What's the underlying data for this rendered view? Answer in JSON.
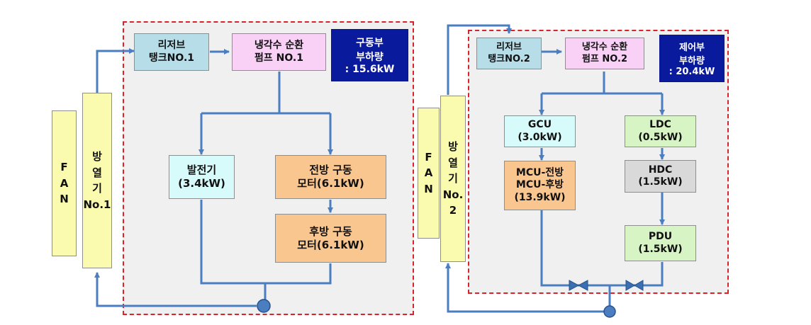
{
  "colors": {
    "panel_border": "#d9232b",
    "panel_fill": "#f0f0f0",
    "line": "#4a7ec0",
    "fan": "#fbfbb0",
    "reserve_tank": "#b7dde8",
    "pump": "#f9d0f6",
    "generator": "#d7fbfb",
    "motor": "#fac690",
    "gcu": "#d7fbfb",
    "ldc": "#d6f4c4",
    "hdc": "#d9d9d9",
    "pdu": "#d6f4c4",
    "badge": "#0a1a9c"
  },
  "left": {
    "fan": {
      "l1": "F",
      "l2": "A",
      "l3": "N"
    },
    "radiator": {
      "l1": "방",
      "l2": "열",
      "l3": "기",
      "l4": "No.1"
    },
    "reserve_tank": {
      "l1": "리저브",
      "l2": "탱크NO.1"
    },
    "pump": {
      "l1": "냉각수 순환",
      "l2": "펌프 NO.1"
    },
    "badge": {
      "l1": "구동부",
      "l2": "부하량",
      "l3": ": 15.6kW"
    },
    "generator": {
      "l1": "발전기",
      "l2": "(3.4kW)"
    },
    "front_motor": {
      "l1": "전방 구동",
      "l2": "모터(6.1kW)"
    },
    "rear_motor": {
      "l1": "후방 구동",
      "l2": "모터(6.1kW)"
    }
  },
  "right": {
    "fan": {
      "l1": "F",
      "l2": "A",
      "l3": "N"
    },
    "radiator": {
      "l1": "방",
      "l2": "열",
      "l3": "기",
      "l4": "No.",
      "l5": "2"
    },
    "reserve_tank": {
      "l1": "리저브",
      "l2": "탱크NO.2"
    },
    "pump": {
      "l1": "냉각수 순환",
      "l2": "펌프 NO.2"
    },
    "badge": {
      "l1": "제어부",
      "l2": "부하량",
      "l3": ": 20.4kW"
    },
    "gcu": {
      "l1": "GCU",
      "l2": "(3.0kW)"
    },
    "mcu": {
      "l1": "MCU-전방",
      "l2": "MCU-후방",
      "l3": "(13.9kW)"
    },
    "ldc": {
      "l1": "LDC",
      "l2": "(0.5kW)"
    },
    "hdc": {
      "l1": "HDC",
      "l2": "(1.5kW)"
    },
    "pdu": {
      "l1": "PDU",
      "l2": "(1.5kW)"
    }
  }
}
